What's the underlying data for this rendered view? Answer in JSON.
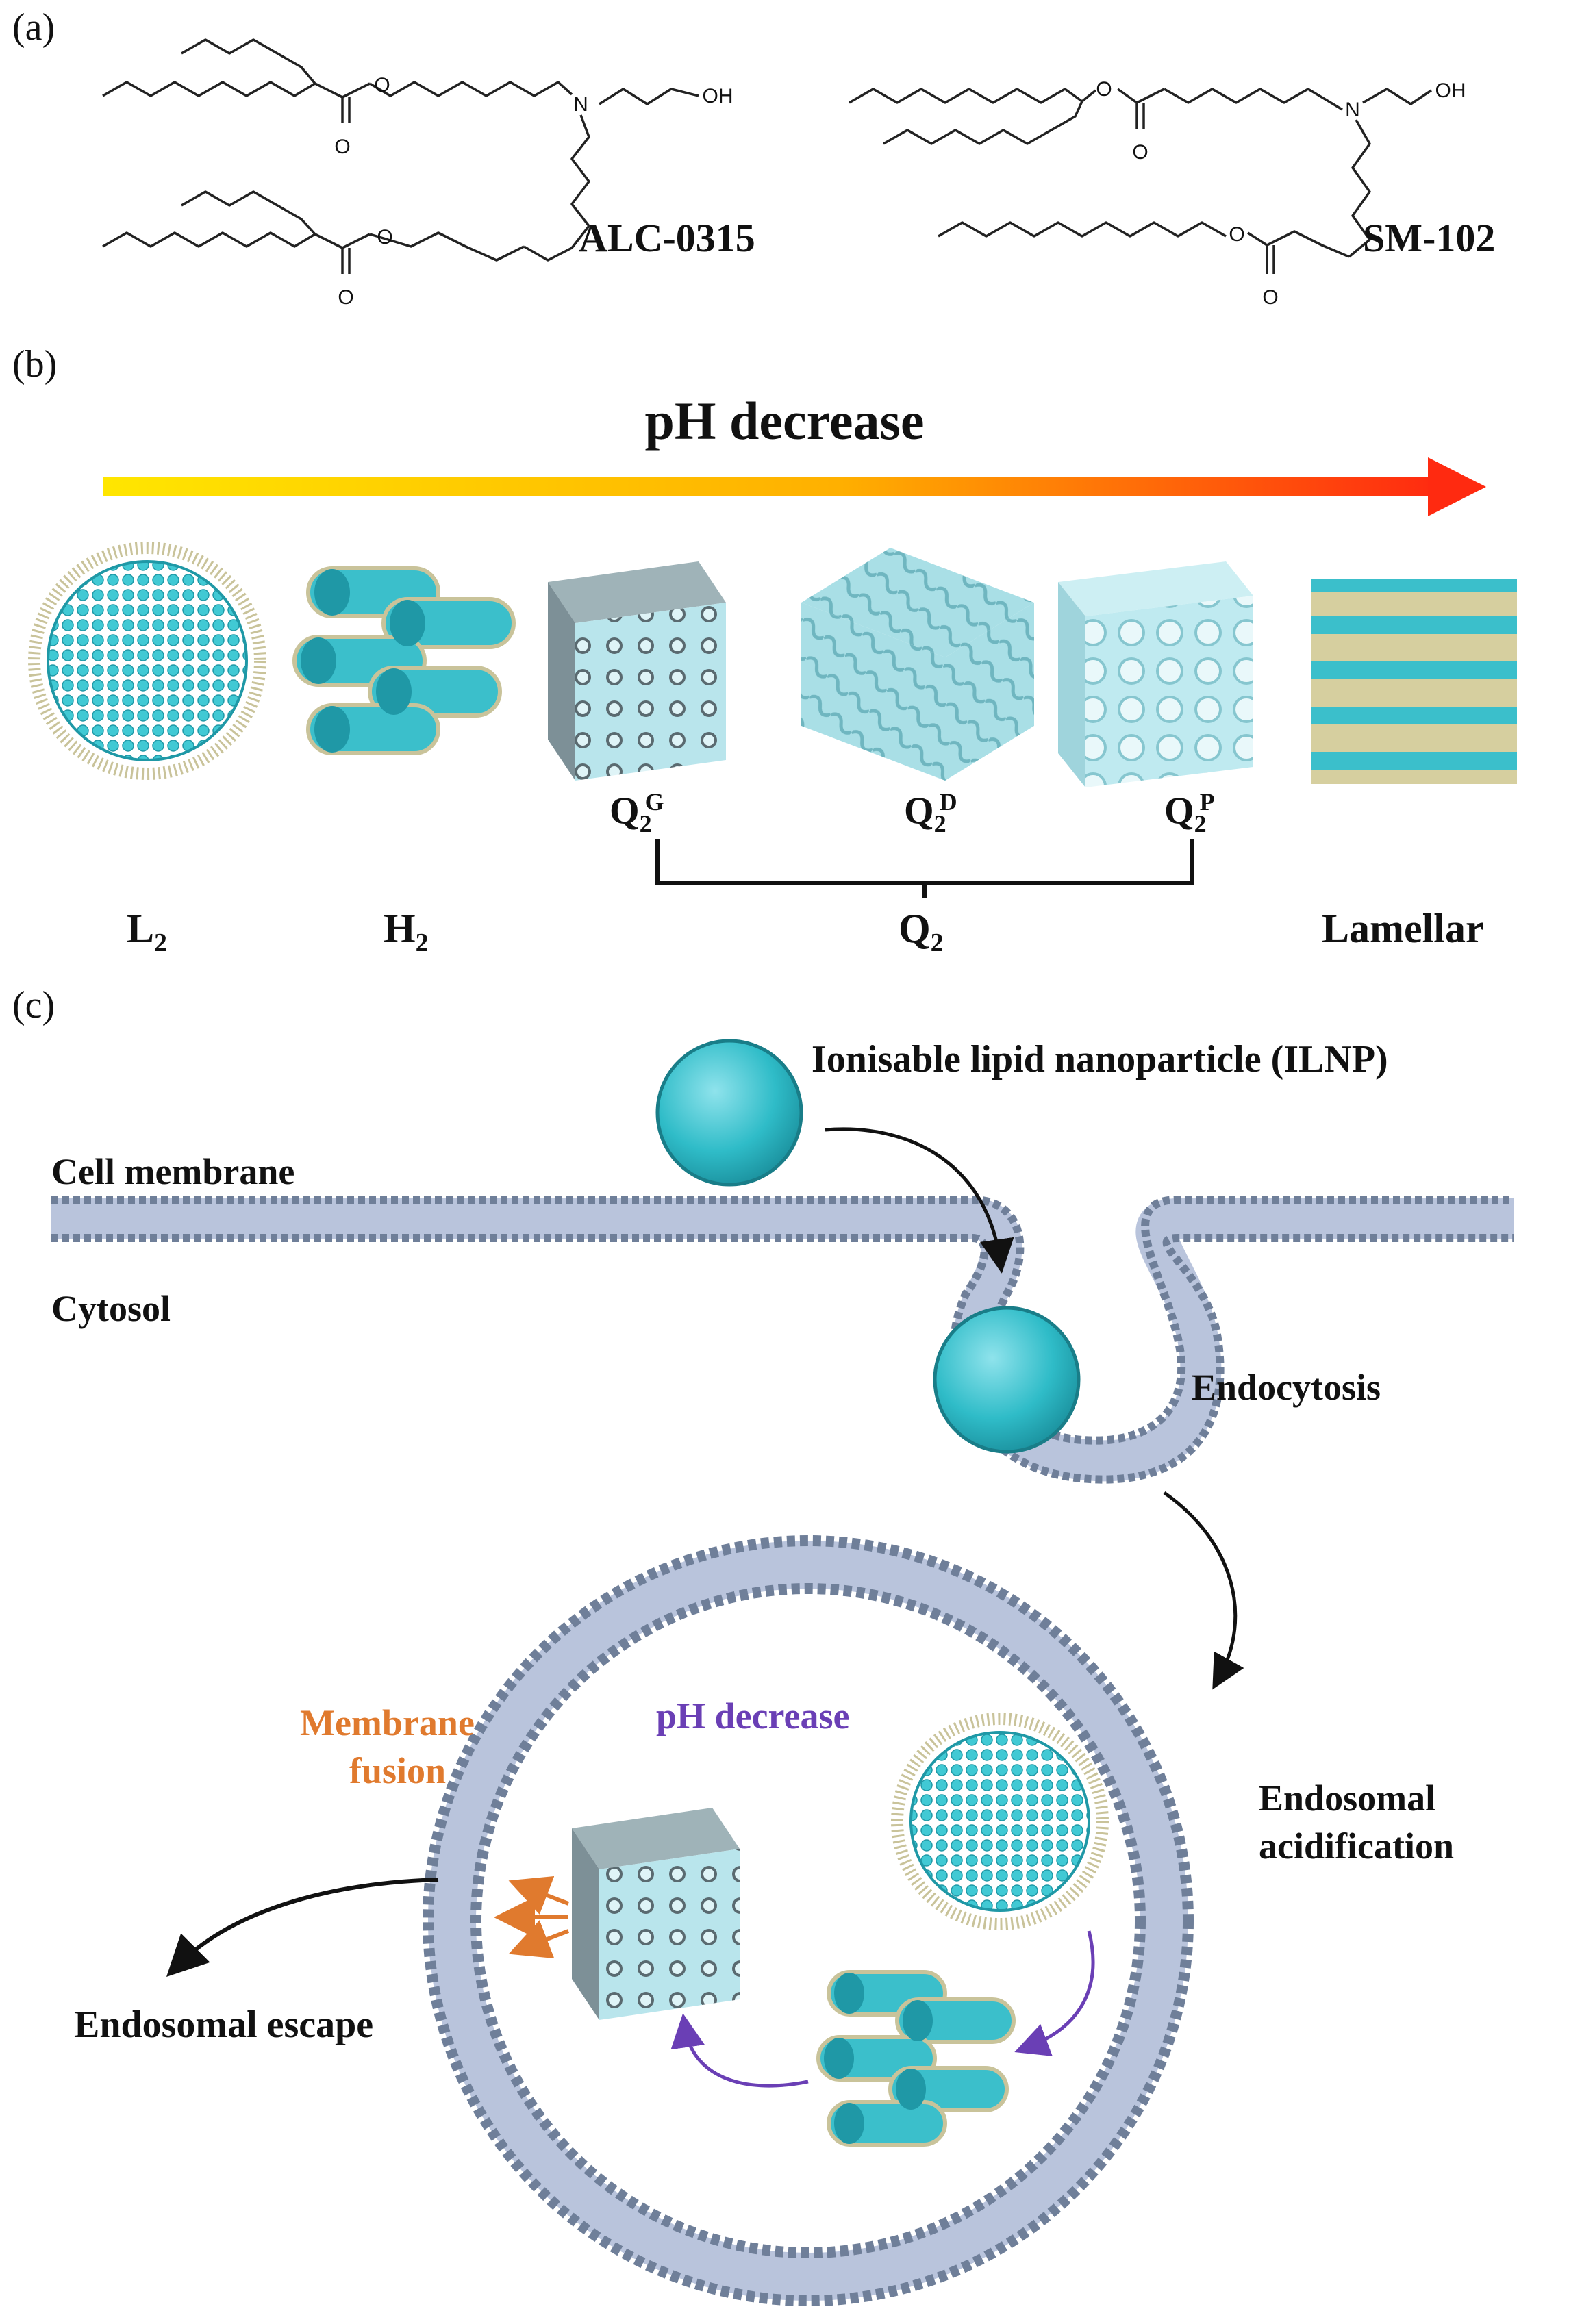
{
  "panels": {
    "a": {
      "label": "(a)",
      "atoms": {
        "oxygen": "O",
        "nitrogen": "N",
        "hydroxyl": "OH"
      },
      "compounds": [
        "ALC-0315",
        "SM-102"
      ]
    },
    "b": {
      "label": "(b)",
      "arrow_title": "pH decrease",
      "phases": [
        {
          "main": "L",
          "sub": "2"
        },
        {
          "main": "H",
          "sub": "2"
        },
        {
          "main": "Q",
          "sub": "2"
        },
        {
          "main": "Lamellar",
          "sub": ""
        }
      ],
      "cubic_phases": [
        {
          "main": "Q",
          "sub": "2",
          "sup": "G"
        },
        {
          "main": "Q",
          "sub": "2",
          "sup": "D"
        },
        {
          "main": "Q",
          "sub": "2",
          "sup": "P"
        }
      ]
    },
    "c": {
      "label": "(c)",
      "ilnp": "Ionisable lipid nanoparticle (ILNP)",
      "cell_membrane": "Cell membrane",
      "cytosol": "Cytosol",
      "endocytosis": "Endocytosis",
      "endosomal_acidification_1": "Endosomal",
      "endosomal_acidification_2": "acidification",
      "membrane_fusion_1": "Membrane",
      "membrane_fusion_2": "fusion",
      "ph_decrease": "pH decrease",
      "endosomal_escape": "Endosomal escape"
    }
  },
  "colors": {
    "lipid_head": "#6f7f99",
    "membrane_tail": "#b9c4dc",
    "nanoparticle": "#2fbcc8",
    "cubic_phase": "#a9dfe6",
    "gradient_start": "#ffe600",
    "gradient_end": "#ff2a10",
    "fusion_orange": "#e07a2e",
    "ph_purple": "#6a3fb5"
  }
}
